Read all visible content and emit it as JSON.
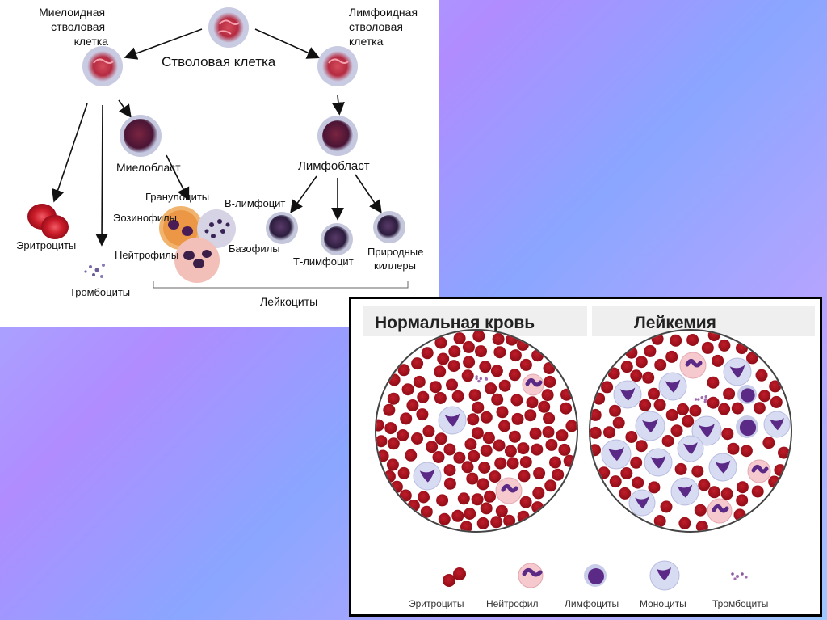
{
  "hematopoiesis": {
    "myeloid_stem": "Миелоидная\nстволовая\nклетка",
    "lymphoid_stem": "Лимфоидная\nстволовая\nклетка",
    "stem_cell": "Стволовая клетка",
    "myeloblast": "Миелобласт",
    "lymphoblast": "Лимфобласт",
    "granulocytes": "Гранулоциты",
    "eosinophils": "Эозинофилы",
    "neutrophils": "Нейтрофилы",
    "basophils": "Базофилы",
    "erythrocytes": "Эритроциты",
    "thrombocytes": "Тромбоциты",
    "b_lymphocyte": "В-лимфоцит",
    "t_lymphocyte": "Т-лимфоцит",
    "nk": "Природные\nкиллеры",
    "leukocytes": "Лейкоциты"
  },
  "comparison": {
    "normal_title": "Нормальная кровь",
    "leukemia_title": "Лейкемия",
    "legend": {
      "erythrocytes": "Эритроциты",
      "neutrophil": "Нейтрофил",
      "lymphocytes": "Лимфоциты",
      "monocytes": "Моноциты",
      "thrombocytes": "Тромбоциты"
    }
  },
  "colors": {
    "rbc": "#a3101a",
    "wbc_nucleus": "#5b2a86",
    "wbc_cytoplasm": "#d8dcf2",
    "neutrophil_cytoplasm": "#f6c9cf"
  }
}
